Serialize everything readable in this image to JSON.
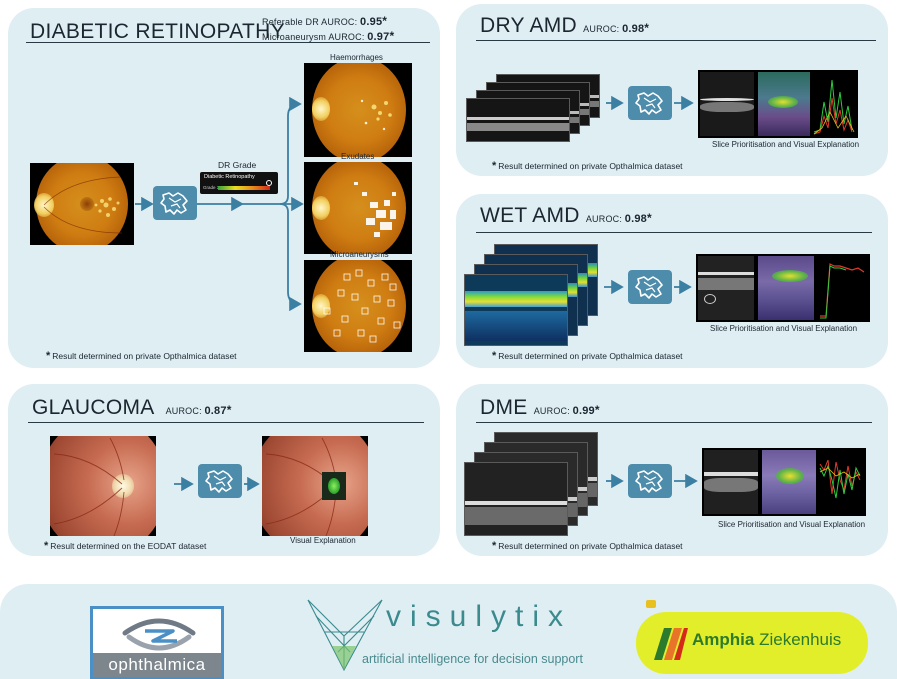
{
  "dr": {
    "title": "DIABETIC RETINOPATHY",
    "metric1_label": "Referable DR AUROC:",
    "metric1_value": "0.95",
    "metric2_label": "Microaneurysm AUROC:",
    "metric2_value": "0.97",
    "star": "*",
    "grade_label": "DR Grade",
    "grade_box_title": "Diabetic Retinopathy",
    "grade_box_value": "Grade 3",
    "out1": "Haemorrhages",
    "out2": "Exudates",
    "out3": "Microaneurysms",
    "note": "Result determined on private Opthalmica dataset"
  },
  "dry": {
    "title": "DRY AMD",
    "metric_label": "AUROC:",
    "metric_value": "0.98",
    "star": "*",
    "caption": "Slice Prioritisation and Visual Explanation",
    "note": "Result determined on private Opthalmica dataset"
  },
  "wet": {
    "title": "WET AMD",
    "metric_label": "AUROC:",
    "metric_value": "0.98",
    "star": "*",
    "caption": "Slice Prioritisation and Visual Explanation",
    "note": "Result determined on private Opthalmica dataset"
  },
  "glaucoma": {
    "title": "GLAUCOMA",
    "metric_label": "AUROC:",
    "metric_value": "0.87",
    "star": "*",
    "caption": "Visual Explanation",
    "note": "Result determined on the EODAT dataset"
  },
  "dme": {
    "title": "DME",
    "metric_label": "AUROC:",
    "metric_value": "0.99",
    "star": "*",
    "caption": "Slice Prioritisation and Visual Explanation",
    "note": "Result determined on private Opthalmica dataset"
  },
  "logos": {
    "ophthalmica": "ophthalmica",
    "visulytix": "visulytix",
    "visulytix_tagline": "artificial intelligence for decision support",
    "amphia_1": "Amphia",
    "amphia_2": "Ziekenhuis"
  },
  "colors": {
    "panel": "#dfeef3",
    "accent": "#4d8cab",
    "amphia_yellow": "#e3ee2a",
    "amphia_green": "#2c7a2c"
  },
  "icons": [
    "ai-brain-icon",
    "arrow-right-icon"
  ]
}
